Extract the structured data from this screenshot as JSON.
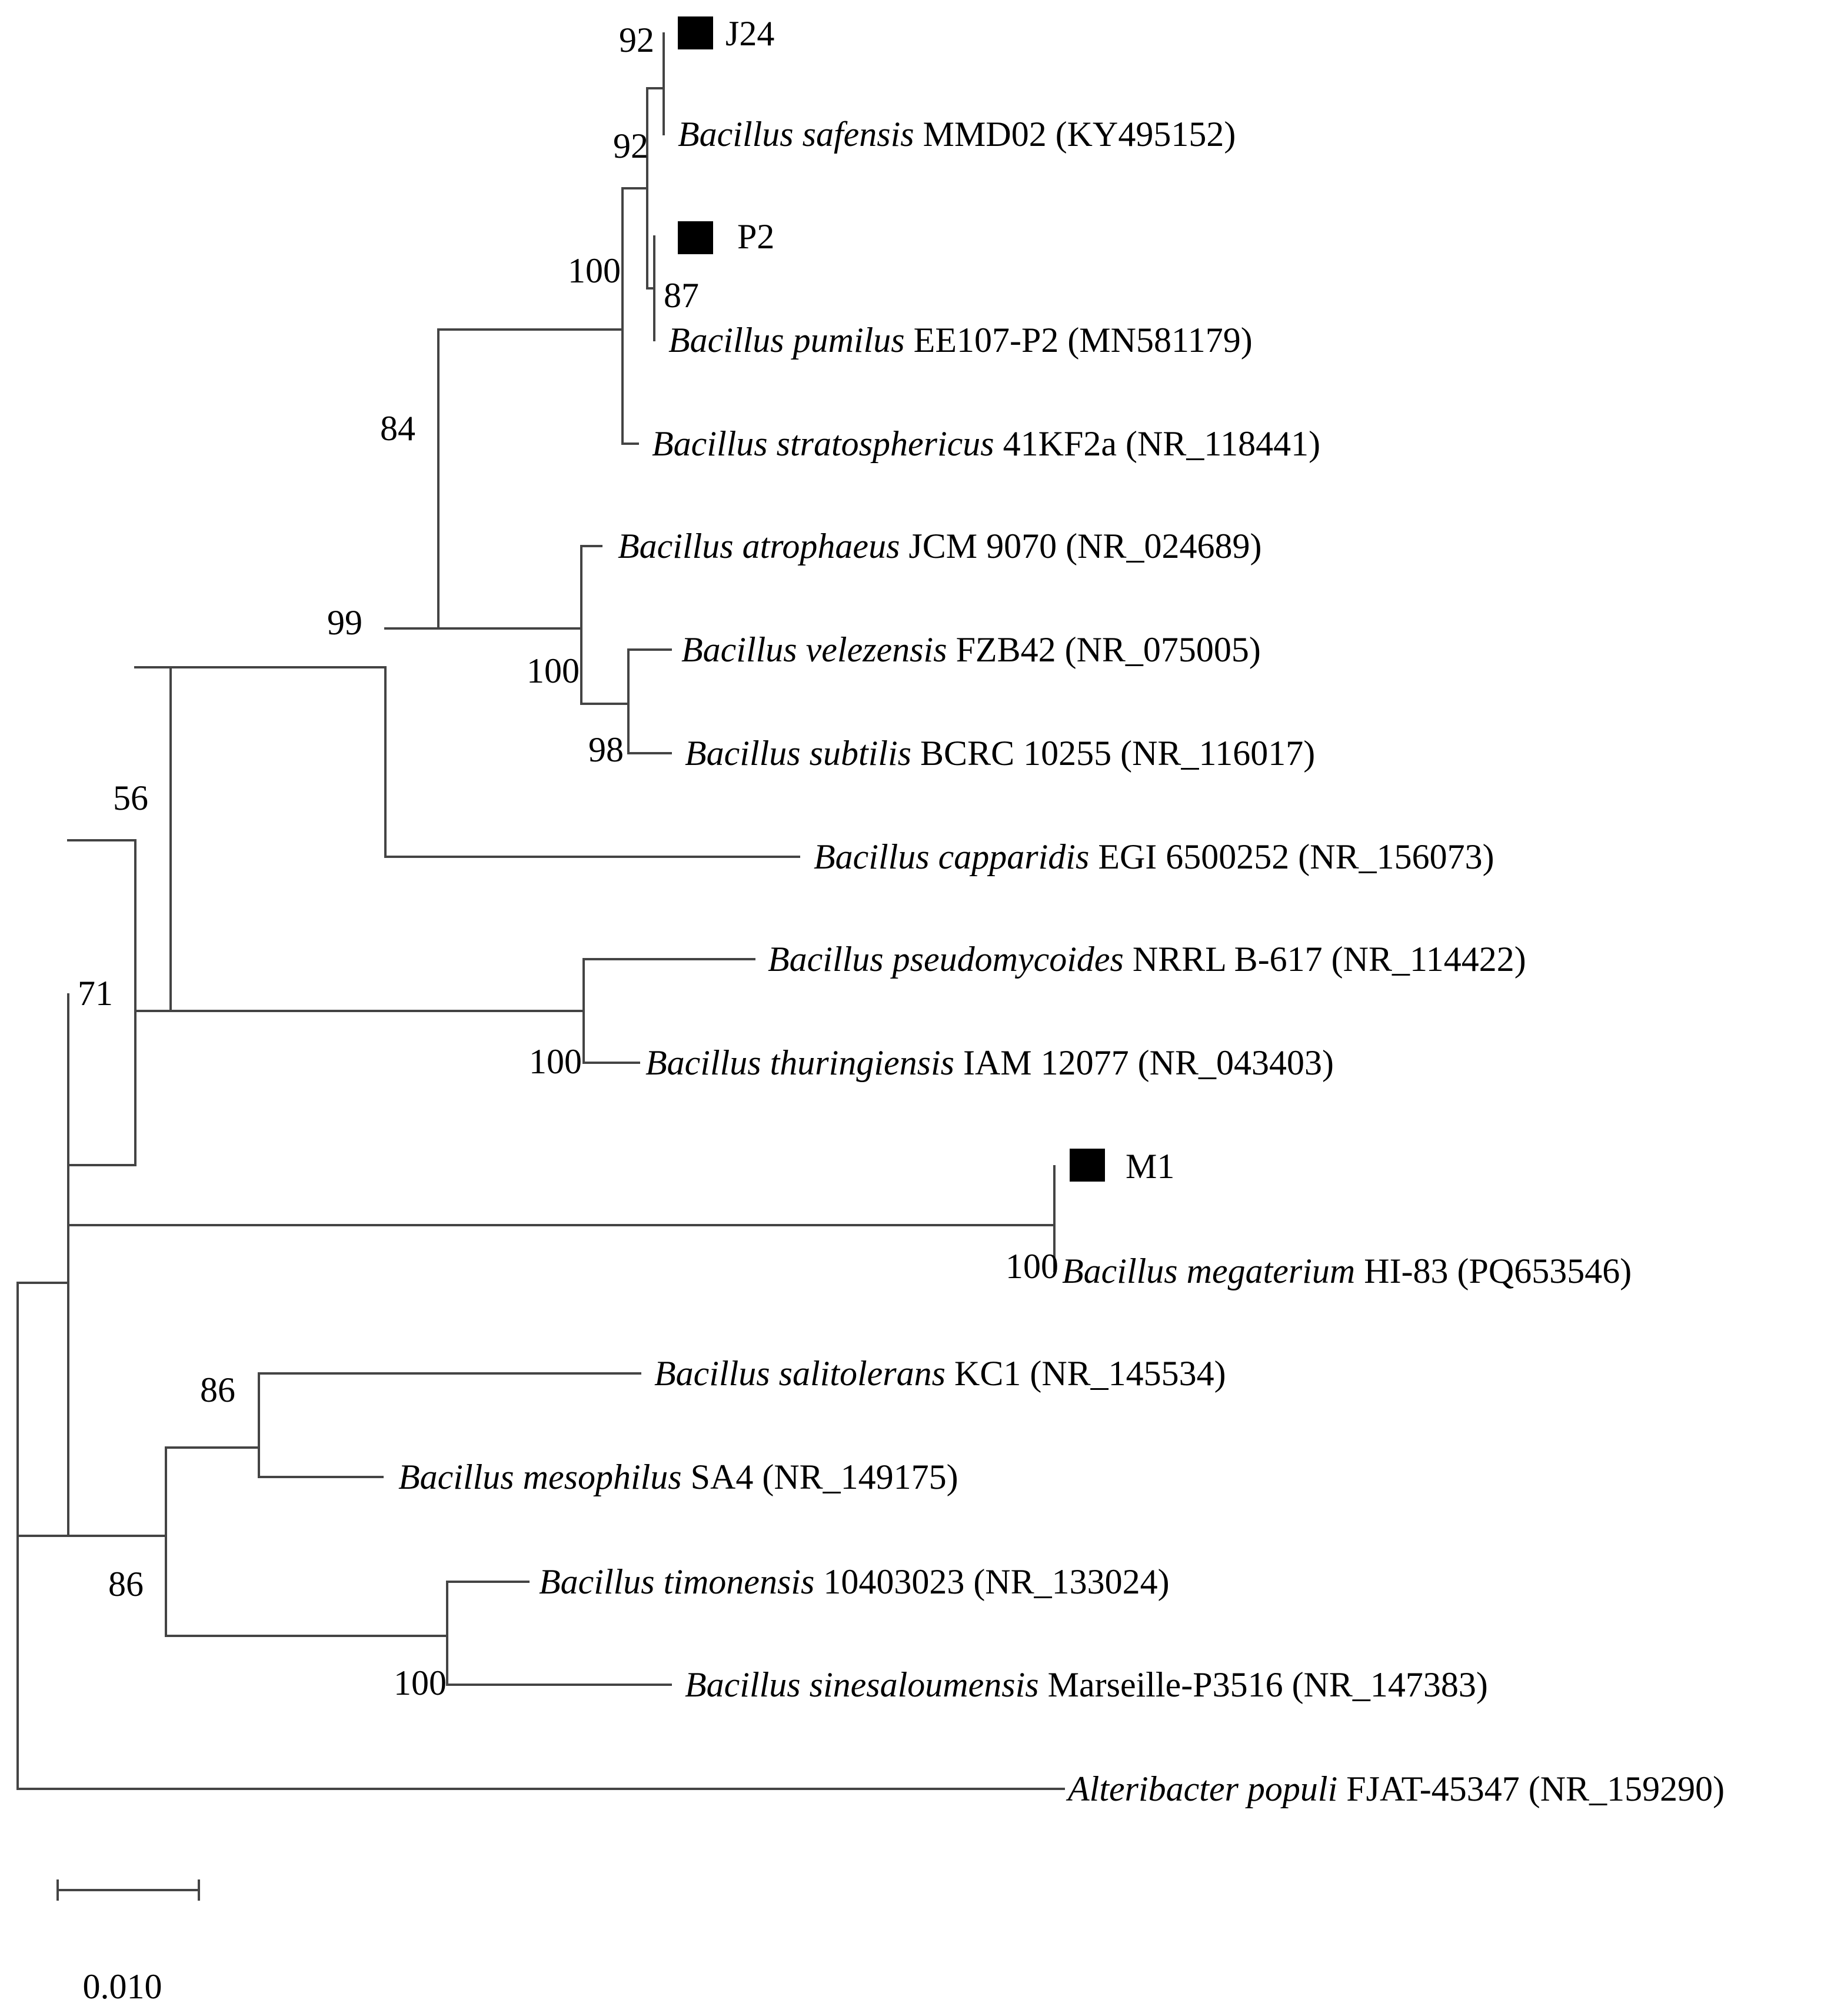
{
  "tree": {
    "taxa": [
      {
        "id": "j24",
        "marker": true,
        "parts": [
          {
            "text": "J24",
            "italic": false
          }
        ]
      },
      {
        "id": "safensis",
        "marker": false,
        "parts": [
          {
            "text": "Bacillus safensis",
            "italic": true
          },
          {
            "text": " MMD02 (KY495152)",
            "italic": false
          }
        ]
      },
      {
        "id": "p2",
        "marker": true,
        "parts": [
          {
            "text": "P2",
            "italic": false
          }
        ]
      },
      {
        "id": "pumilus",
        "marker": false,
        "parts": [
          {
            "text": "Bacillus pumilus",
            "italic": true
          },
          {
            "text": " EE107-P2 (MN581179)",
            "italic": false
          }
        ]
      },
      {
        "id": "stratosphericus",
        "marker": false,
        "parts": [
          {
            "text": "Bacillus stratosphericus",
            "italic": true
          },
          {
            "text": " 41KF2a (NR_118441)",
            "italic": false
          }
        ]
      },
      {
        "id": "atrophaeus",
        "marker": false,
        "parts": [
          {
            "text": "Bacillus atrophaeus",
            "italic": true
          },
          {
            "text": " JCM 9070 (NR_024689)",
            "italic": false
          }
        ]
      },
      {
        "id": "velezensis",
        "marker": false,
        "parts": [
          {
            "text": "Bacillus velezensis",
            "italic": true
          },
          {
            "text": " FZB42 (NR_075005)",
            "italic": false
          }
        ]
      },
      {
        "id": "subtilis",
        "marker": false,
        "parts": [
          {
            "text": "Bacillus subtilis",
            "italic": true
          },
          {
            "text": " BCRC 10255 (NR_116017)",
            "italic": false
          }
        ]
      },
      {
        "id": "capparidis",
        "marker": false,
        "parts": [
          {
            "text": "Bacillus capparidis",
            "italic": true
          },
          {
            "text": " EGI 6500252 (NR_156073)",
            "italic": false
          }
        ]
      },
      {
        "id": "pseudomycoides",
        "marker": false,
        "parts": [
          {
            "text": "Bacillus pseudomycoides",
            "italic": true
          },
          {
            "text": " NRRL B-617 (NR_114422)",
            "italic": false
          }
        ]
      },
      {
        "id": "thuringiensis",
        "marker": false,
        "parts": [
          {
            "text": "Bacillus thuringiensis",
            "italic": true
          },
          {
            "text": " IAM 12077 (NR_043403)",
            "italic": false
          }
        ]
      },
      {
        "id": "m1",
        "marker": true,
        "parts": [
          {
            "text": "M1",
            "italic": false
          }
        ]
      },
      {
        "id": "megaterium",
        "marker": false,
        "parts": [
          {
            "text": "Bacillus megaterium",
            "italic": true
          },
          {
            "text": " HI-83 (PQ653546)",
            "italic": false
          }
        ]
      },
      {
        "id": "salitolerans",
        "marker": false,
        "parts": [
          {
            "text": "Bacillus salitolerans",
            "italic": true
          },
          {
            "text": " KC1 (NR_145534)",
            "italic": false
          }
        ]
      },
      {
        "id": "mesophilus",
        "marker": false,
        "parts": [
          {
            "text": "Bacillus mesophilus",
            "italic": true
          },
          {
            "text": " SA4 (NR_149175)",
            "italic": false
          }
        ]
      },
      {
        "id": "timonensis",
        "marker": false,
        "parts": [
          {
            "text": "Bacillus timonensis",
            "italic": true
          },
          {
            "text": " 10403023 (NR_133024)",
            "italic": false
          }
        ]
      },
      {
        "id": "sinesaloumensis",
        "marker": false,
        "parts": [
          {
            "text": "Bacillus sinesaloumensis",
            "italic": true
          },
          {
            "text": " Marseille-P3516 (NR_147383)",
            "italic": false
          }
        ]
      },
      {
        "id": "populi",
        "marker": false,
        "parts": [
          {
            "text": "Alteribacter populi",
            "italic": true
          },
          {
            "text": " FJAT-45347 (NR_159290)",
            "italic": false
          }
        ]
      }
    ],
    "bootstrap": [
      {
        "node": "j24-safensis",
        "value": "92"
      },
      {
        "node": "j24-safensis-p2-pumilus",
        "value": "92"
      },
      {
        "node": "p2-pumilus",
        "value": "87"
      },
      {
        "node": "pumilus-group-stratosphericus",
        "value": "100"
      },
      {
        "node": "pumilus-subtilis-groups",
        "value": "84"
      },
      {
        "node": "subtilis-group",
        "value": "100"
      },
      {
        "node": "velezensis-subtilis",
        "value": "98"
      },
      {
        "node": "capparidis-join",
        "value": "99"
      },
      {
        "node": "cereus-join",
        "value": "56"
      },
      {
        "node": "pseudomycoides-thuringiensis",
        "value": "100"
      },
      {
        "node": "megaterium-join",
        "value": "71"
      },
      {
        "node": "m1-megaterium",
        "value": "100"
      },
      {
        "node": "salitolerans-mesophilus",
        "value": "86"
      },
      {
        "node": "outgroup-clade",
        "value": "86"
      },
      {
        "node": "timonensis-sinesaloumensis",
        "value": "100"
      }
    ],
    "scale_bar": {
      "label": "0.010"
    }
  }
}
